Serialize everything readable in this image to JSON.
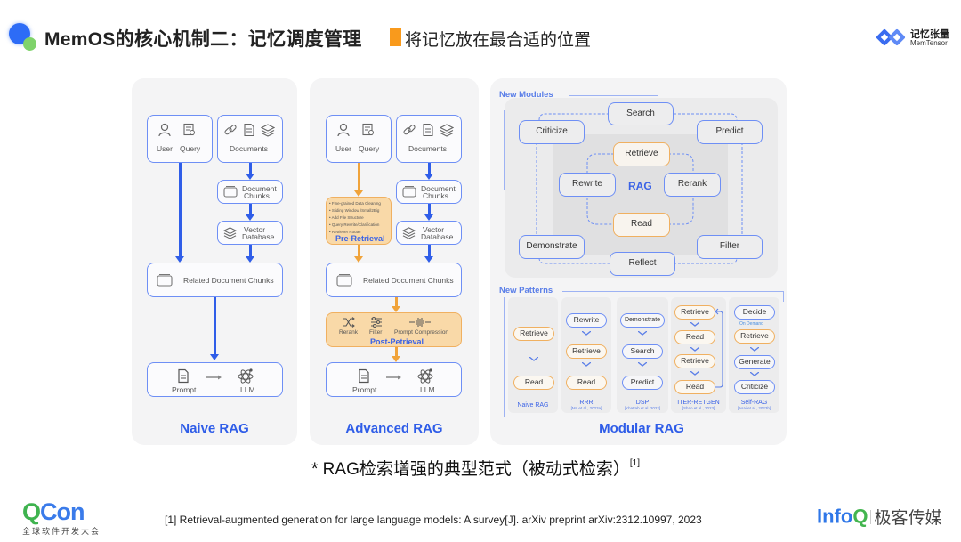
{
  "header": {
    "title": "MemOS的核心机制二：记忆调度管理",
    "subtitle": "将记忆放在最合适的位置",
    "brand_cn": "记忆张量",
    "brand_en": "MemTensor"
  },
  "naive": {
    "user": "User",
    "query": "Query",
    "documents": "Documents",
    "doc_chunks_1": "Document",
    "doc_chunks_2": "Chunks",
    "vector_1": "Vector",
    "vector_2": "Database",
    "related": "Related Document Chunks",
    "prompt": "Prompt",
    "llm": "LLM",
    "title": "Naive RAG"
  },
  "advanced": {
    "user": "User",
    "query": "Query",
    "documents": "Documents",
    "doc_chunks_1": "Document",
    "doc_chunks_2": "Chunks",
    "vector_1": "Vector",
    "vector_2": "Database",
    "pre_items": [
      "Fine-grained Data Cleaning",
      "Sliding Window /Small2Big",
      "Add File Structure",
      "Query Rewrite/Clarification",
      "Retriever Router"
    ],
    "pre_title": "Pre-Retrieval",
    "related": "Related Document Chunks",
    "rerank": "Rerank",
    "filter": "Filter",
    "compression": "Prompt Compression",
    "post_title": "Post-Petrieval",
    "prompt": "Prompt",
    "llm": "LLM",
    "title": "Advanced RAG"
  },
  "modular": {
    "new_modules": "New Modules",
    "modules": {
      "search": "Search",
      "criticize": "Criticize",
      "predict": "Predict",
      "retrieve": "Retrieve",
      "rewrite": "Rewrite",
      "rag": "RAG",
      "rerank": "Rerank",
      "read": "Read",
      "demonstrate": "Demonstrate",
      "filter": "Filter",
      "reflect": "Reflect"
    },
    "new_patterns": "New Patterns",
    "patterns": [
      {
        "name": "Naive RAG",
        "cite": "",
        "steps": [
          "Retrieve",
          "Read"
        ]
      },
      {
        "name": "RRR",
        "cite": "[Ma et al., 2023a]",
        "steps": [
          "Rewrite",
          "Retrieve",
          "Read"
        ]
      },
      {
        "name": "DSP",
        "cite": "[Khattab et al.,2022]",
        "steps": [
          "Demonstrate",
          "Search",
          "Predict"
        ]
      },
      {
        "name": "ITER-RETGEN",
        "cite": "[Shao et al., 2023]",
        "steps": [
          "Retrieve",
          "Read",
          "Retrieve",
          "Read"
        ]
      },
      {
        "name": "Self-RAG",
        "cite": "[Asai et al., 2023b]",
        "steps": [
          "Decide",
          "Retrieve",
          "Generate",
          "Criticize"
        ],
        "note": "On Demand"
      }
    ],
    "title": "Modular RAG"
  },
  "caption": {
    "text": "* RAG检索增强的典型范式（被动式检索）",
    "sup": "[1]"
  },
  "footer": {
    "qcon_q": "Q",
    "qcon_con": "Con",
    "qcon_sub": "全球软件开发大会",
    "reference": "[1] Retrieval-augmented generation for large language models: A survey[J]. arXiv preprint arXiv:2312.10997, 2023",
    "infoq_info": "Info",
    "infoq_q": "Q",
    "infoq_cn": "极客传媒"
  },
  "colors": {
    "primary_blue": "#2f5de8",
    "accent_orange": "#f99a1c",
    "panel_bg": "#f4f4f5",
    "green": "#3fb34f"
  }
}
